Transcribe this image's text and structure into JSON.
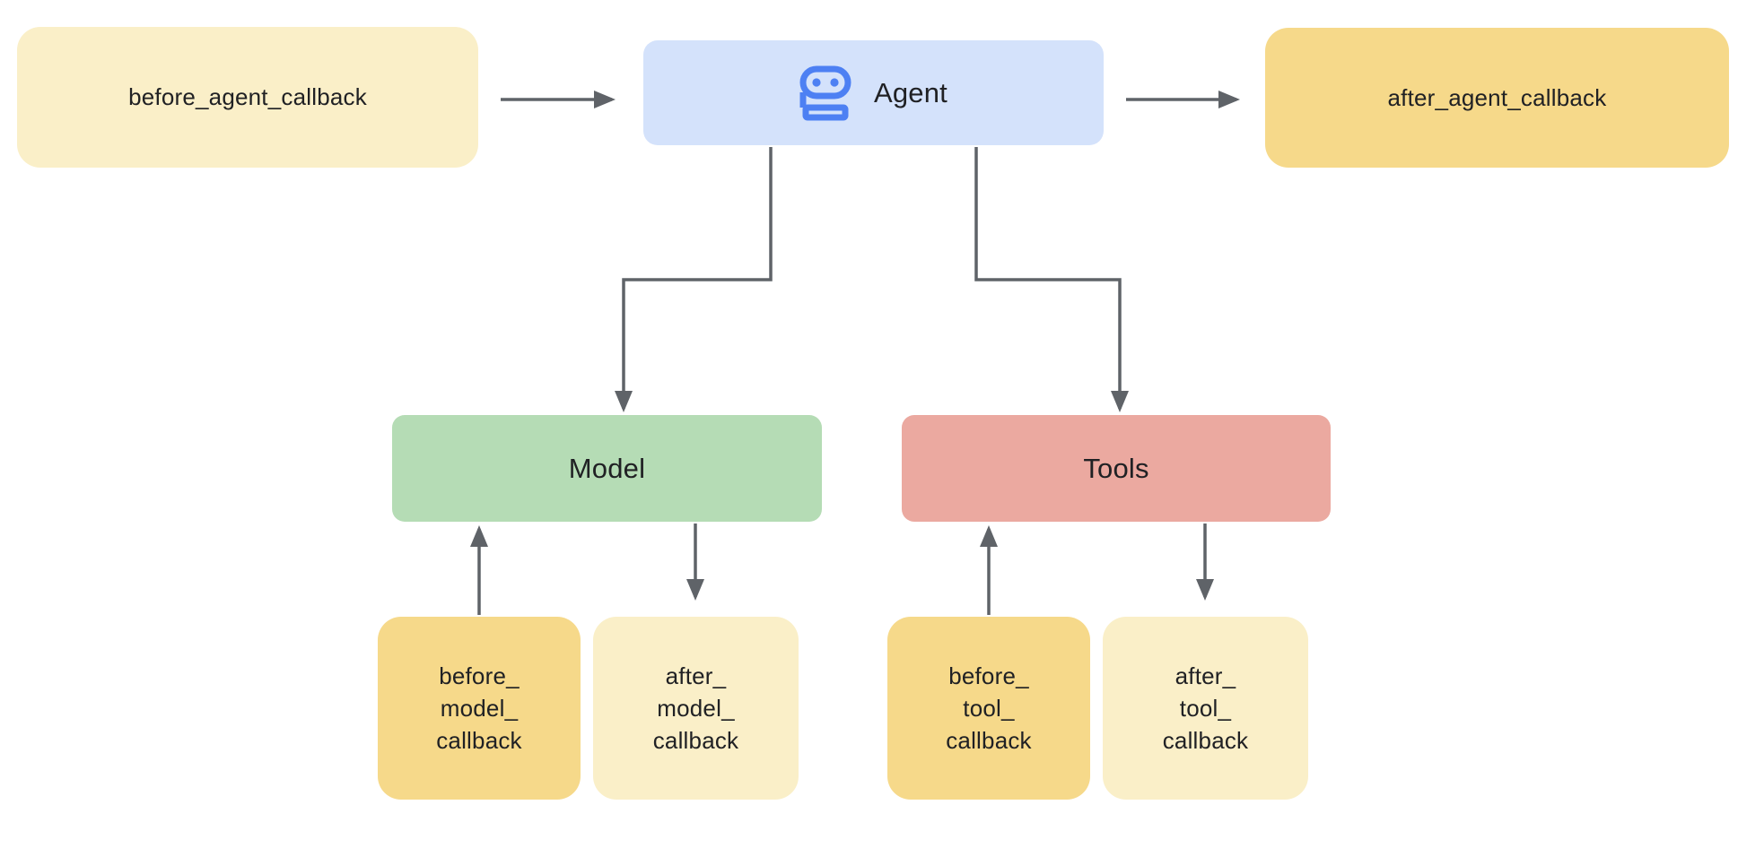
{
  "diagram": {
    "nodes": {
      "before_agent": {
        "label": "before_agent_callback",
        "color": "#FAEFC8"
      },
      "agent": {
        "label": "Agent",
        "icon": "robot-icon",
        "color": "#D4E2FB"
      },
      "after_agent": {
        "label": "after_agent_callback",
        "color": "#F6D98A"
      },
      "model": {
        "label": "Model",
        "color": "#B5DCB5"
      },
      "tools": {
        "label": "Tools",
        "color": "#EBA9A0"
      },
      "before_model": {
        "label": "before_\nmodel_\ncallback",
        "color": "#F6D98A"
      },
      "after_model": {
        "label": "after_\nmodel_\ncallback",
        "color": "#FAEFC8"
      },
      "before_tool": {
        "label": "before_\ntool_\ncallback",
        "color": "#F6D98A"
      },
      "after_tool": {
        "label": "after_\ntool_\ncallback",
        "color": "#FAEFC8"
      }
    },
    "edges": [
      {
        "from": "before_agent_callback",
        "to": "Agent"
      },
      {
        "from": "Agent",
        "to": "after_agent_callback"
      },
      {
        "from": "Agent",
        "to": "Model"
      },
      {
        "from": "Agent",
        "to": "Tools"
      },
      {
        "from": "before_model_callback",
        "to": "Model"
      },
      {
        "from": "Model",
        "to": "after_model_callback"
      },
      {
        "from": "before_tool_callback",
        "to": "Tools"
      },
      {
        "from": "Tools",
        "to": "after_tool_callback"
      }
    ]
  },
  "colors": {
    "cream": "#FAEFC8",
    "gold": "#F6D98A",
    "blue": "#D4E2FB",
    "green": "#B5DCB5",
    "pink": "#EBA9A0",
    "arrow": "#5F6368",
    "text": "#202124",
    "iconblue": "#4D80F3",
    "bg": "#FFFFFF"
  }
}
